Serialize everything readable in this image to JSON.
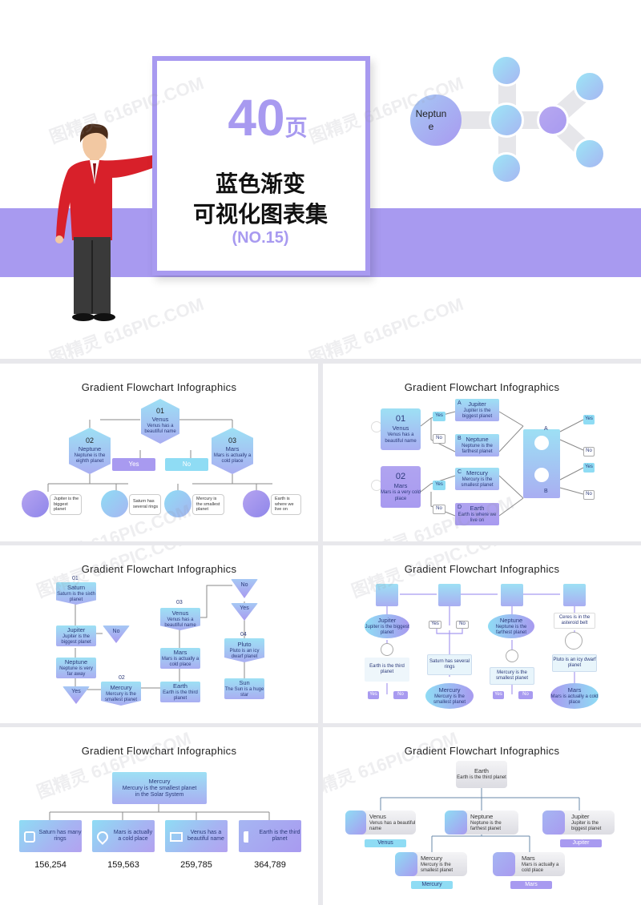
{
  "cover": {
    "pages": "40",
    "pages_unit": "页",
    "title_line1": "蓝色渐变",
    "title_line2": "可视化图表集",
    "number": "(NO.15)",
    "hub_label": "Neptune"
  },
  "watermark": "图精灵 616PIC.COM",
  "slide_title": "Gradient Flowchart Infographics",
  "s2": {
    "top": {
      "num": "01",
      "name": "Venus",
      "desc": "Venus has a beautiful name"
    },
    "left": {
      "num": "02",
      "name": "Neptune",
      "desc": "Neptune is the eighth planet"
    },
    "right": {
      "num": "03",
      "name": "Mars",
      "desc": "Mars is actually a cold place"
    },
    "yes": "Yes",
    "no": "No",
    "items": [
      {
        "text": "Jupiter is the biggest planet"
      },
      {
        "text": "Saturn has several rings"
      },
      {
        "text": "Mercury is the smallest planet"
      },
      {
        "text": "Earth is where we live on"
      }
    ]
  },
  "s3": {
    "left": [
      {
        "num": "01",
        "name": "Venus",
        "desc": "Venus has a beautiful name"
      },
      {
        "num": "02",
        "name": "Mars",
        "desc": "Mars is a very cold place"
      }
    ],
    "yes": "Yes",
    "no": "No",
    "options": [
      {
        "letter": "A",
        "name": "Jupiter",
        "desc": "Jupiter is the biggest planet"
      },
      {
        "letter": "B",
        "name": "Neptune",
        "desc": "Neptune is the farthest planet"
      },
      {
        "letter": "C",
        "name": "Mercury",
        "desc": "Mercury is the smallest planet"
      },
      {
        "letter": "D",
        "name": "Earth",
        "desc": "Earth is where we live on"
      }
    ],
    "right_a": "A",
    "right_b": "B"
  },
  "s4": {
    "n01": "01",
    "n02": "02",
    "n03": "03",
    "n04": "04",
    "saturn": {
      "name": "Saturn",
      "desc": "Saturn is the sixth planet"
    },
    "jupiter": {
      "name": "Jupiter",
      "desc": "Jupiter is the biggest planet"
    },
    "neptune": {
      "name": "Neptune",
      "desc": "Neptune is very far away"
    },
    "mercury": {
      "name": "Mercury",
      "desc": "Mercury is the smallest planet"
    },
    "venus": {
      "name": "Venus",
      "desc": "Venus has a beautiful name"
    },
    "mars": {
      "name": "Mars",
      "desc": "Mars is actually a cold place"
    },
    "earth": {
      "name": "Earth",
      "desc": "Earth is the third planet"
    },
    "pluto": {
      "name": "Pluto",
      "desc": "Pluto is an icy dwarf planet"
    },
    "sun": {
      "name": "Sun",
      "desc": "The Sun is a huge star"
    },
    "yes": "Yes",
    "no": "No"
  },
  "s5": {
    "jupiter": {
      "name": "Jupiter",
      "desc": "Jupiter is the biggest planet"
    },
    "neptune": {
      "name": "Neptune",
      "desc": "Neptune is the farthest planet"
    },
    "ceres": "Ceres is in the asteroid belt",
    "earth": "Earth is the third planet",
    "saturn": "Saturn has several rings",
    "mercury1": "Mercury is the smallest planet",
    "pluto": "Pluto is an icy dwarf planet",
    "mercury": {
      "name": "Mercury",
      "desc": "Mercury is the smallest planet"
    },
    "mars": {
      "name": "Mars",
      "desc": "Mars is actually a cold place"
    },
    "yes": "Yes",
    "no": "No"
  },
  "s6": {
    "top": {
      "name": "Mercury",
      "desc": "Mercury is the smallest planet in the Solar System"
    },
    "items": [
      {
        "text": "Saturn has many rings",
        "value": "156,254",
        "icon": "phone-icon"
      },
      {
        "text": "Mars is actually a cold place",
        "value": "159,563",
        "icon": "location-icon"
      },
      {
        "text": "Venus has a beautiful name",
        "value": "259,785",
        "icon": "mail-icon"
      },
      {
        "text": "Earth is the third planet",
        "value": "364,789",
        "icon": "speaker-icon"
      }
    ]
  },
  "s7": {
    "top": {
      "name": "Earth",
      "desc": "Earth is the third planet"
    },
    "items": [
      {
        "name": "Venus",
        "desc": "Venus has a beautiful name",
        "tag": "Venus"
      },
      {
        "name": "Neptune",
        "desc": "Neptune is the farthest planet",
        "tag": ""
      },
      {
        "name": "Jupiter",
        "desc": "Jupiter is the biggest planet",
        "tag": "Jupiter"
      },
      {
        "name": "Mercury",
        "desc": "Mercury is the smallest planet",
        "tag": "Mercury"
      },
      {
        "name": "Mars",
        "desc": "Mars is actually a cold place",
        "tag": "Mars"
      }
    ]
  },
  "colors": {
    "purple": "#a89af0",
    "cyan": "#8fdcf4",
    "red_jacket": "#d8202a",
    "text": "#2c3a7a"
  }
}
